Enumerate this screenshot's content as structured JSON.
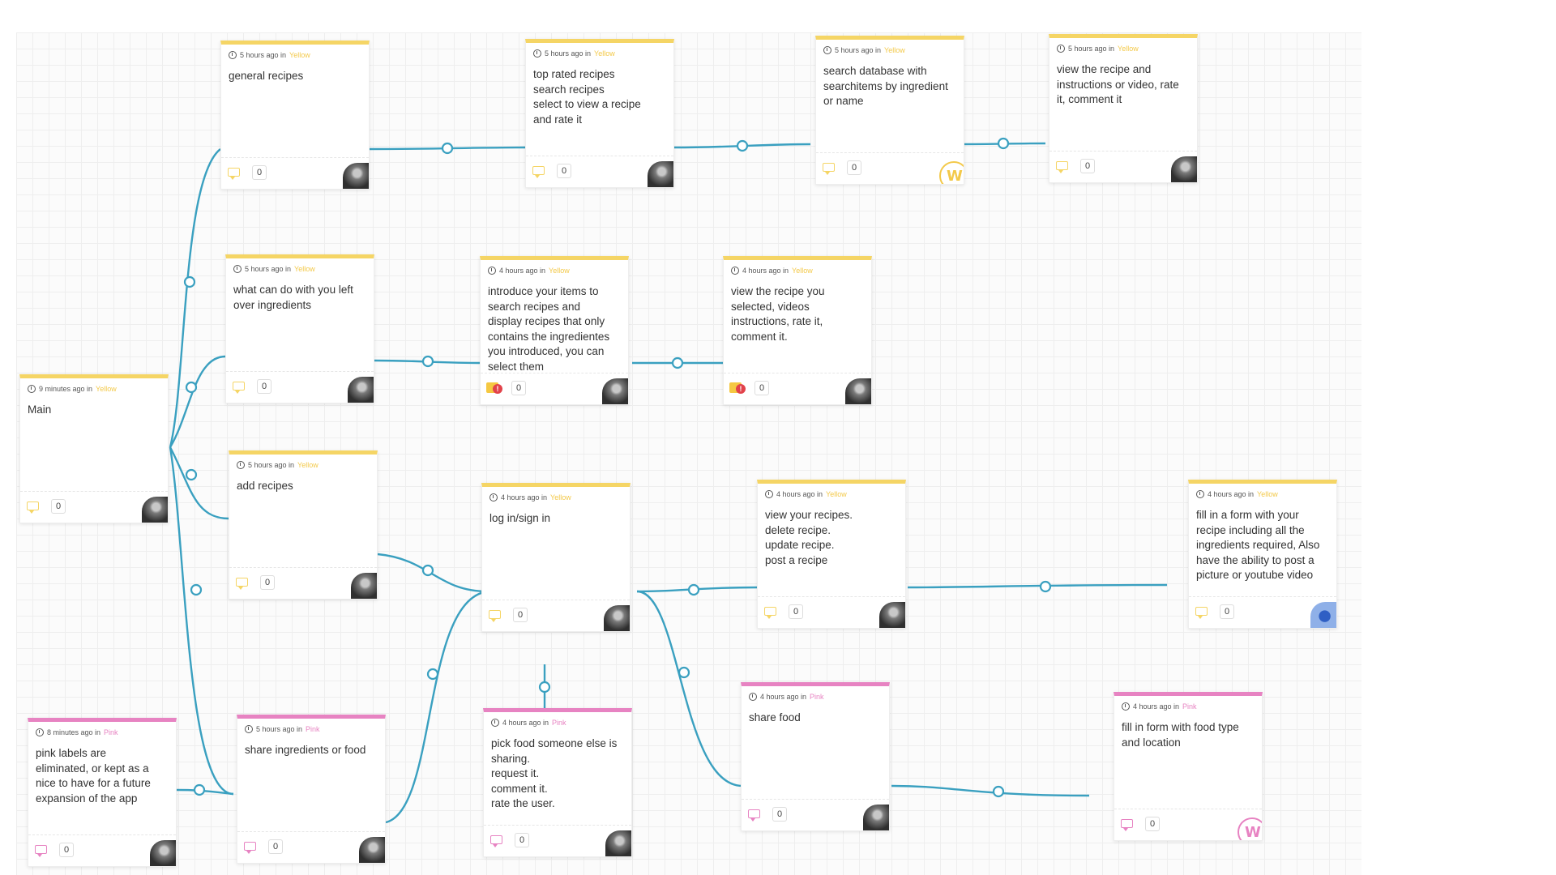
{
  "board": {
    "colors": {
      "yellow": "#f5d565",
      "pink": "#e783c2",
      "connector": "#3aa0c0"
    },
    "cards": [
      {
        "id": "main",
        "time": "9 minutes ago in",
        "color_label": "Yellow",
        "text": "Main",
        "comments": "0",
        "avatar": "photo-avatar"
      },
      {
        "id": "general-recipes",
        "time": "5 hours ago in",
        "color_label": "Yellow",
        "text": "general recipes",
        "comments": "0",
        "avatar": "photo-avatar"
      },
      {
        "id": "top-rated",
        "time": "5 hours ago in",
        "color_label": "Yellow",
        "text": "top rated recipes\nsearch recipes\nselect to view a recipe\nand rate it",
        "comments": "0",
        "avatar": "photo-avatar"
      },
      {
        "id": "search-database",
        "time": "5 hours ago in",
        "color_label": "Yellow",
        "text": "search database with\nsearchitems by ingredient\nor name",
        "comments": "0",
        "avatar": "w-logo"
      },
      {
        "id": "view-recipe-video",
        "time": "5 hours ago in",
        "color_label": "Yellow",
        "text": "view the recipe and\ninstructions or video, rate\nit, comment it",
        "comments": "0",
        "avatar": "photo-avatar"
      },
      {
        "id": "left-over",
        "time": "5 hours ago in",
        "color_label": "Yellow",
        "text": "what can do with you left\nover ingredients",
        "comments": "0",
        "avatar": "photo-avatar"
      },
      {
        "id": "introduce-items",
        "time": "4 hours ago in",
        "color_label": "Yellow",
        "text": "introduce your items to\nsearch recipes and\ndisplay recipes that only\ncontains the ingredientes\nyou introduced, you can\nselect them",
        "comments": "0",
        "avatar": "photo-avatar",
        "alert": "!"
      },
      {
        "id": "view-selected",
        "time": "4 hours ago in",
        "color_label": "Yellow",
        "text": "view the recipe you\nselected, videos\ninstructions, rate it,\ncomment it.",
        "comments": "0",
        "avatar": "photo-avatar",
        "alert": "!"
      },
      {
        "id": "add-recipes",
        "time": "5 hours ago in",
        "color_label": "Yellow",
        "text": "add recipes",
        "comments": "0",
        "avatar": "photo-avatar"
      },
      {
        "id": "login",
        "time": "4 hours ago in",
        "color_label": "Yellow",
        "text": "log in/sign in",
        "comments": "0",
        "avatar": "photo-avatar"
      },
      {
        "id": "view-your-recipes",
        "time": "4 hours ago in",
        "color_label": "Yellow",
        "text": "view your recipes.\ndelete recipe.\nupdate recipe.\npost a recipe",
        "comments": "0",
        "avatar": "photo-avatar"
      },
      {
        "id": "fill-form-recipe",
        "time": "4 hours ago in",
        "color_label": "Yellow",
        "text": "fill in a form with your\nrecipe including all the\ningredients required, Also\nhave the ability to post a\npicture or youtube video",
        "comments": "0",
        "avatar": "blue-avatar"
      },
      {
        "id": "pink-legend",
        "time": "8 minutes ago in",
        "color_label": "Pink",
        "text": "pink labels are\neliminated, or kept as a\nnice to have for a future\nexpansion of the app",
        "comments": "0",
        "avatar": "photo-avatar"
      },
      {
        "id": "share-ingredients",
        "time": "5 hours ago in",
        "color_label": "Pink",
        "text": "share ingredients or food",
        "comments": "0",
        "avatar": "photo-avatar"
      },
      {
        "id": "pick-food",
        "time": "4 hours ago in",
        "color_label": "Pink",
        "text": "pick food someone else is\nsharing.\nrequest it.\ncomment it.\nrate the user.",
        "comments": "0",
        "avatar": "photo-avatar"
      },
      {
        "id": "share-food",
        "time": "4 hours ago in",
        "color_label": "Pink",
        "text": "share food",
        "comments": "0",
        "avatar": "photo-avatar"
      },
      {
        "id": "fill-form-food",
        "time": "4 hours ago in",
        "color_label": "Pink",
        "text": "fill in form with food type\nand location",
        "comments": "0",
        "avatar": "w-logo"
      }
    ],
    "w_logo_letter": "W"
  }
}
